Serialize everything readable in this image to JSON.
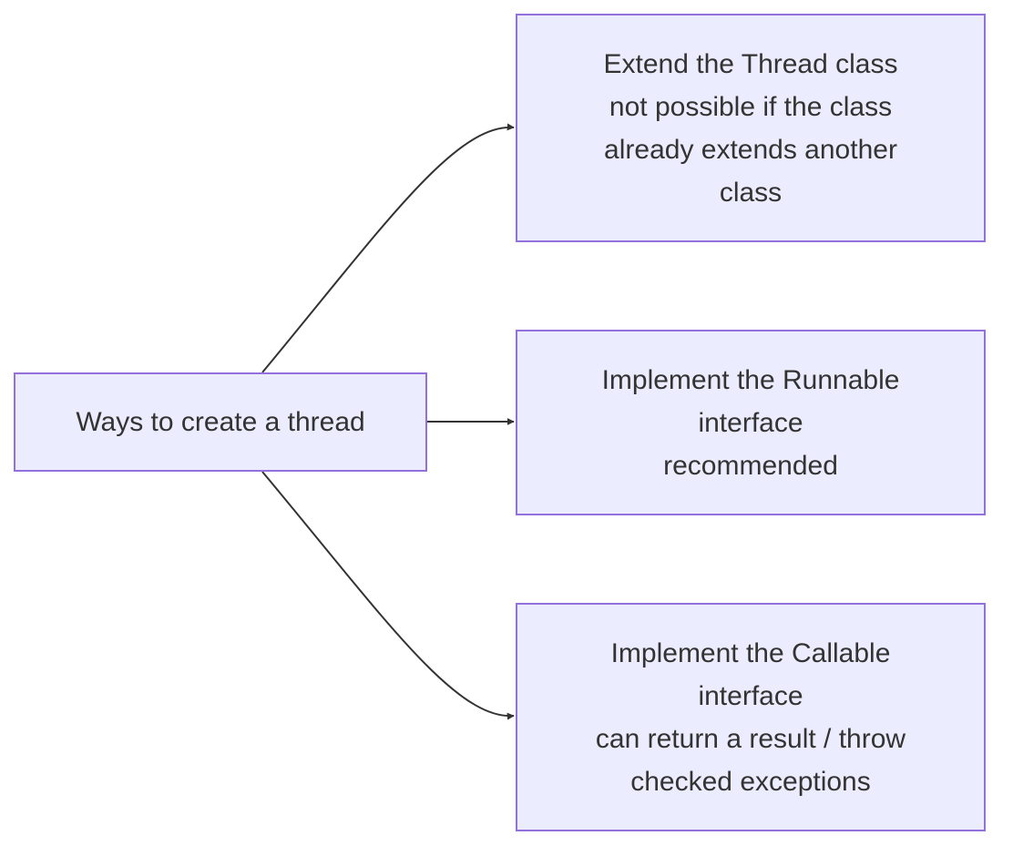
{
  "diagram": {
    "root": {
      "label": "Ways to create a thread"
    },
    "options": [
      {
        "lines": [
          "Extend the Thread class",
          "not possible if the class",
          "already extends another",
          "class"
        ]
      },
      {
        "lines": [
          "Implement the Runnable",
          "interface",
          "recommended"
        ]
      },
      {
        "lines": [
          "Implement the Callable",
          "interface",
          "can return a result / throw",
          "checked exceptions"
        ]
      }
    ],
    "colors": {
      "node_fill": "#ececff",
      "node_border": "#9370db",
      "edge": "#333333",
      "text": "#333333"
    }
  }
}
